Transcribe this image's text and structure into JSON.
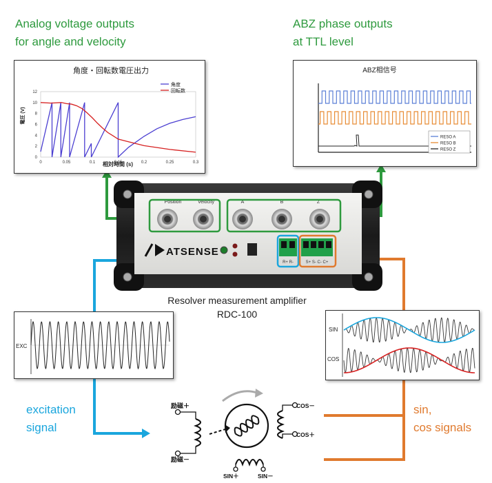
{
  "headers": {
    "analog_line1": "Analog voltage outputs",
    "analog_line2": "for angle and velocity",
    "abz_line1": "ABZ phase outputs",
    "abz_line2": "at TTL level"
  },
  "device": {
    "brand": "ATSENSE",
    "port_position": "Position",
    "port_velocity": "Velocity",
    "port_a": "A",
    "port_b": "B",
    "port_z": "Z",
    "terminal_r": "R+ R-",
    "terminal_sc": "S+ S- C- C+",
    "caption_line1": "Resolver measurement amplifier",
    "caption_line2": "RDC-100"
  },
  "side_labels": {
    "excitation_line1": "excitation",
    "excitation_line2": "signal",
    "sincos_line1": "sin,",
    "sincos_line2": "cos signals"
  },
  "resolver": {
    "exc_plus": "励磁＋",
    "exc_minus": "励磁－",
    "cos_minus": "COS－",
    "cos_plus": "COS＋",
    "sin_plus": "SIN＋",
    "sin_minus": "SIN－"
  },
  "exc_panel": {
    "label": "EXC"
  },
  "sincos_panel": {
    "sin_label": "SIN",
    "cos_label": "COS"
  },
  "colors": {
    "green": "#2e9a3e",
    "blue": "#1aa6dd",
    "orange": "#e07a2e"
  },
  "chart_data": [
    {
      "type": "line",
      "title": "角度・回転数電圧出力",
      "xlabel": "相対時間 (s)",
      "ylabel": "電圧 (V)",
      "xlim": [
        0,
        0.3
      ],
      "ylim": [
        0,
        12
      ],
      "x_ticks": [
        "0",
        "0.05",
        "0.1",
        "0.15",
        "0.2",
        "0.25",
        "0.3"
      ],
      "y_ticks": [
        "0",
        "2",
        "4",
        "6",
        "8",
        "10",
        "12"
      ],
      "legend_position": "top-right",
      "series": [
        {
          "name": "角度",
          "color": "#4b3fd1",
          "x": [
            0,
            0.022,
            0.022,
            0.039,
            0.039,
            0.056,
            0.056,
            0.085,
            0.085,
            0.098,
            0.098,
            0.15,
            0.15,
            0.17,
            0.2,
            0.225,
            0.25,
            0.275,
            0.3
          ],
          "y": [
            1,
            10,
            0,
            10,
            0,
            10,
            0,
            10,
            0,
            2.5,
            0,
            10,
            0,
            1.8,
            3.8,
            5.2,
            6.2,
            6.9,
            7.4
          ]
        },
        {
          "name": "回転数",
          "color": "#d62020",
          "x": [
            0,
            0.02,
            0.04,
            0.05,
            0.06,
            0.07,
            0.08,
            0.09,
            0.1,
            0.11,
            0.12,
            0.13,
            0.14,
            0.15,
            0.17,
            0.2,
            0.25,
            0.3
          ],
          "y": [
            10,
            9.9,
            10,
            9.8,
            9.7,
            9.4,
            8.9,
            8.1,
            7.2,
            6.2,
            5.3,
            4.5,
            3.9,
            3.3,
            2.8,
            2.1,
            1.4,
            0.9
          ]
        }
      ]
    },
    {
      "type": "line",
      "title": "ABZ相信号",
      "legend_position": "bottom-right",
      "series": [
        {
          "name": "RESO A",
          "color": "#5b7fd6"
        },
        {
          "name": "RESO B",
          "color": "#e88b33"
        },
        {
          "name": "RESO Z",
          "color": "#222222"
        }
      ]
    }
  ]
}
